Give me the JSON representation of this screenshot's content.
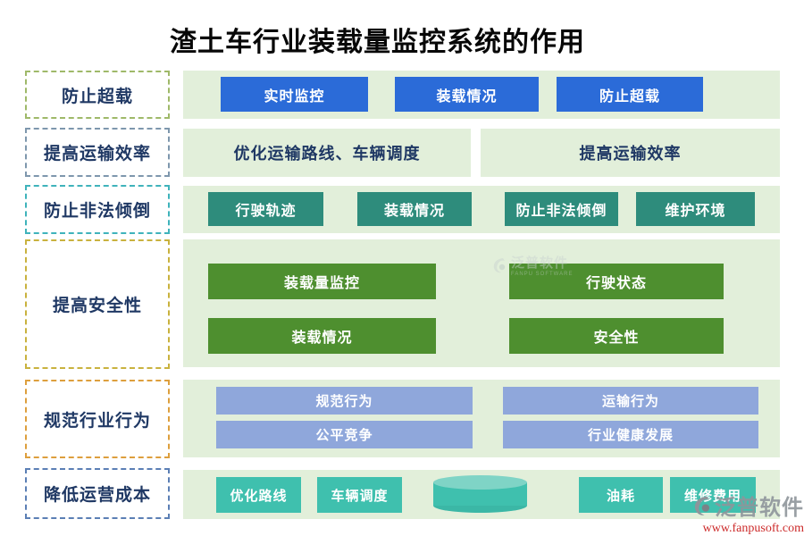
{
  "title": "渣土车行业装载量监控系统的作用",
  "left_labels": [
    {
      "label": "防止超载",
      "border_color": "#9fb969"
    },
    {
      "label": "提高运输效率",
      "border_color": "#7e97ad"
    },
    {
      "label": "防止非法倾倒",
      "border_color": "#3fb3bb"
    },
    {
      "label": "提高安全性",
      "border_color": "#c9b23e"
    },
    {
      "label": "规范行业行为",
      "border_color": "#dd9f3d"
    },
    {
      "label": "降低运营成本",
      "border_color": "#5b7fb5"
    }
  ],
  "row_prevent_overload": {
    "buttons": [
      "实时监控",
      "装载情况",
      "防止超载"
    ],
    "button_color": "#2b6bd8"
  },
  "row_efficiency": {
    "blocks": [
      "优化运输路线、车辆调度",
      "提高运输效率"
    ]
  },
  "row_illegal_dumping": {
    "buttons": [
      "行驶轨迹",
      "装载情况",
      "防止非法倾倒",
      "维护环境"
    ],
    "button_color": "#2e8c7c"
  },
  "row_safety": {
    "buttons": [
      "装载量监控",
      "行驶状态",
      "装载情况",
      "安全性"
    ],
    "button_color": "#4e8f2f"
  },
  "row_industry": {
    "buttons": [
      "规范行为",
      "运输行为",
      "公平竞争",
      "行业健康发展"
    ],
    "button_color": "#8fa7db"
  },
  "row_cost": {
    "buttons": [
      "优化路线",
      "车辆调度",
      "油耗",
      "维修费用"
    ],
    "button_color": "#3fc0ae"
  },
  "colors": {
    "panel_background": "#e2efda",
    "label_text": "#1f3864",
    "title_text": "#070707",
    "watermark_gray": "#8e959b",
    "watermark_url_red": "#cc2a2a",
    "cylinder_body": "#3fc0ae",
    "cylinder_top": "#7fd4c6"
  },
  "watermark_center": {
    "brand": "泛普软件",
    "subtext": "FANPU SOFTWARE"
  },
  "watermark_corner": {
    "brand": "泛普软件",
    "url": "www.fanpusoft.com"
  }
}
